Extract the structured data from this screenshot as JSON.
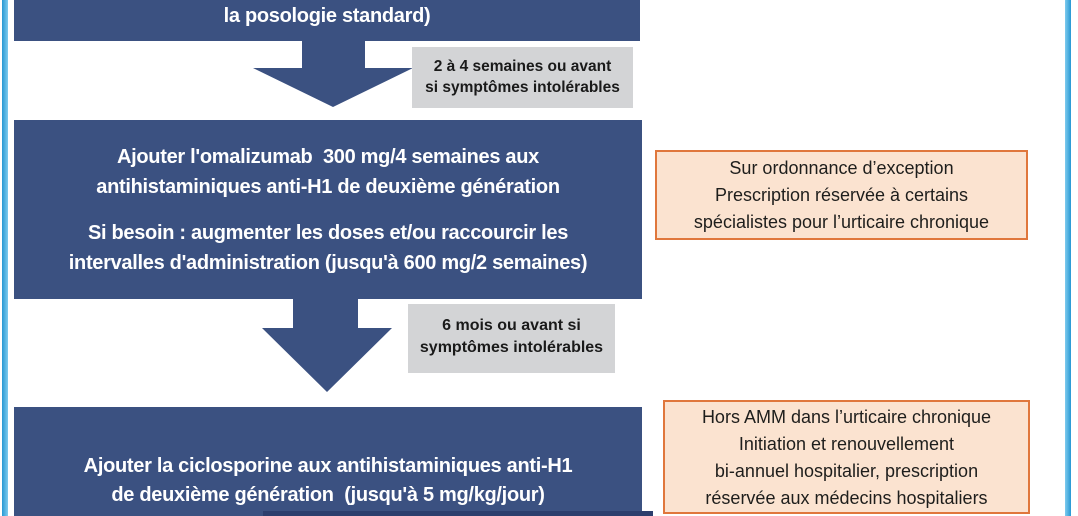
{
  "colors": {
    "box_blue": "#3b5181",
    "navy_strip": "#2c3e6d",
    "gray_box_bg": "#d3d4d6",
    "gray_box_text": "#1a1a1a",
    "orange_box_bg": "#fbe3d0",
    "orange_box_border": "#e0773c",
    "orange_box_text": "#1e1e1c",
    "box_text": "#ffffff",
    "side_border_blue": "#2798d3"
  },
  "flow": {
    "previous_step_partial": {
      "text": "la posologie standard)"
    },
    "timer1": {
      "lines": [
        "2 à 4 semaines ou avant",
        "si symptômes intolérables"
      ]
    },
    "step_omalizumab": {
      "p1_lines": [
        "Ajouter l'omalizumab  300 mg/4 semaines aux",
        "antihistaminiques anti-H1 de deuxième génération"
      ],
      "p2_lines": [
        "Si besoin : augmenter les doses et/ou raccourcir les",
        "intervalles d'administration (jusqu'à 600 mg/2 semaines)"
      ]
    },
    "note_omalizumab": {
      "lines": [
        "Sur ordonnance d’exception",
        "Prescription réservée à certains",
        "spécialistes pour l’urticaire chronique"
      ]
    },
    "timer2": {
      "lines": [
        "6 mois ou avant si",
        "symptômes intolérables"
      ]
    },
    "step_ciclosporine": {
      "lines": [
        "Ajouter la ciclosporine aux antihistaminiques anti-H1",
        "de deuxième génération  (jusqu'à 5 mg/kg/jour)"
      ]
    },
    "note_ciclosporine": {
      "lines": [
        "Hors AMM dans l’urticaire chronique",
        "Initiation et renouvellement",
        "bi-annuel hospitalier, prescription",
        "réservée aux médecins hospitaliers"
      ]
    }
  }
}
